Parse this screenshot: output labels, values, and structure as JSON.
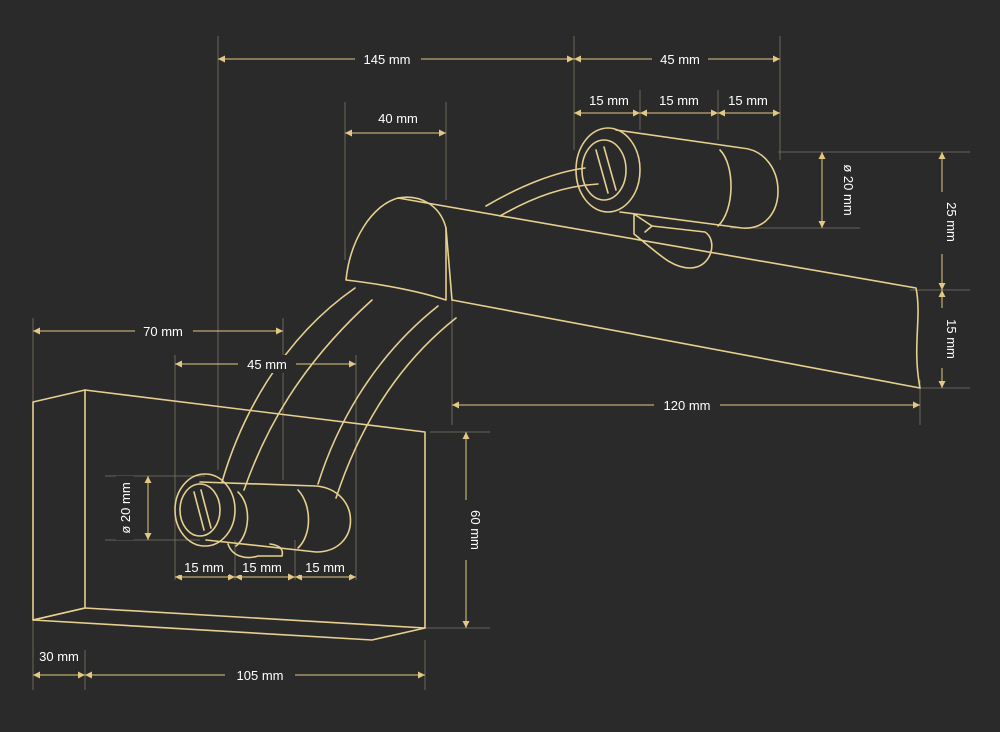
{
  "colors": {
    "background": "#2a2a2a",
    "outline": "#e6cf8f",
    "dimension": "#e2c882",
    "text": "#ffffff"
  },
  "dimensions": {
    "top_145": "145 mm",
    "top_45": "45 mm",
    "top_15a": "15 mm",
    "top_15b": "15 mm",
    "top_15c": "15 mm",
    "hood_40": "40 mm",
    "dia_top": "ø 20 mm",
    "right_25": "25 mm",
    "right_15": "15 mm",
    "hood_120": "120 mm",
    "left_70": "70 mm",
    "left_45": "45 mm",
    "dia_bottom": "ø 20 mm",
    "bot_15a": "15 mm",
    "bot_15b": "15 mm",
    "bot_15c": "15 mm",
    "base_60": "60 mm",
    "base_30": "30 mm",
    "base_105": "105 mm"
  }
}
